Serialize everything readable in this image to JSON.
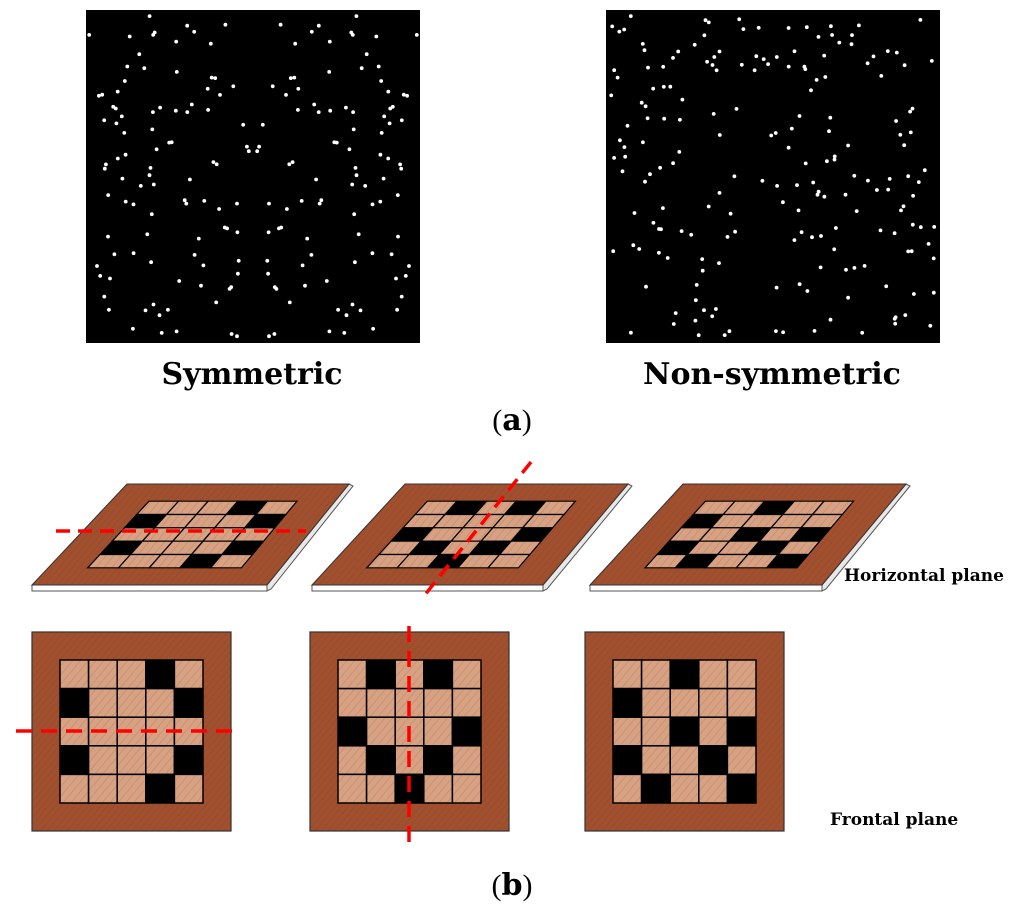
{
  "panel_a": {
    "symmetric_label": "Symmetric",
    "nonsymmetric_label": "Non-symmetric",
    "letter": "a"
  },
  "panel_b": {
    "horizontal_label": "Horizontal plane",
    "frontal_label": "Frontal plane",
    "letter": "b"
  },
  "colors": {
    "frame": "#a0502f",
    "tile": "#d7a183",
    "dark_tile": "#000000",
    "dot_field": "#000000",
    "dot": "#ffffff",
    "axis": "#ff0000"
  },
  "patterns": {
    "horizontal_axis_symmetric": [
      [
        0,
        0,
        0,
        1,
        0
      ],
      [
        1,
        0,
        0,
        0,
        1
      ],
      [
        0,
        0,
        0,
        0,
        0
      ],
      [
        1,
        0,
        0,
        0,
        1
      ],
      [
        0,
        0,
        0,
        1,
        0
      ]
    ],
    "vertical_axis_symmetric": [
      [
        0,
        1,
        0,
        1,
        0
      ],
      [
        0,
        0,
        0,
        0,
        0
      ],
      [
        1,
        0,
        0,
        0,
        1
      ],
      [
        0,
        1,
        0,
        1,
        0
      ],
      [
        0,
        0,
        1,
        0,
        0
      ]
    ],
    "non_symmetric": [
      [
        0,
        0,
        1,
        0,
        0
      ],
      [
        1,
        0,
        0,
        0,
        0
      ],
      [
        0,
        0,
        1,
        0,
        1
      ],
      [
        1,
        0,
        0,
        1,
        0
      ],
      [
        0,
        1,
        0,
        0,
        1
      ]
    ]
  }
}
